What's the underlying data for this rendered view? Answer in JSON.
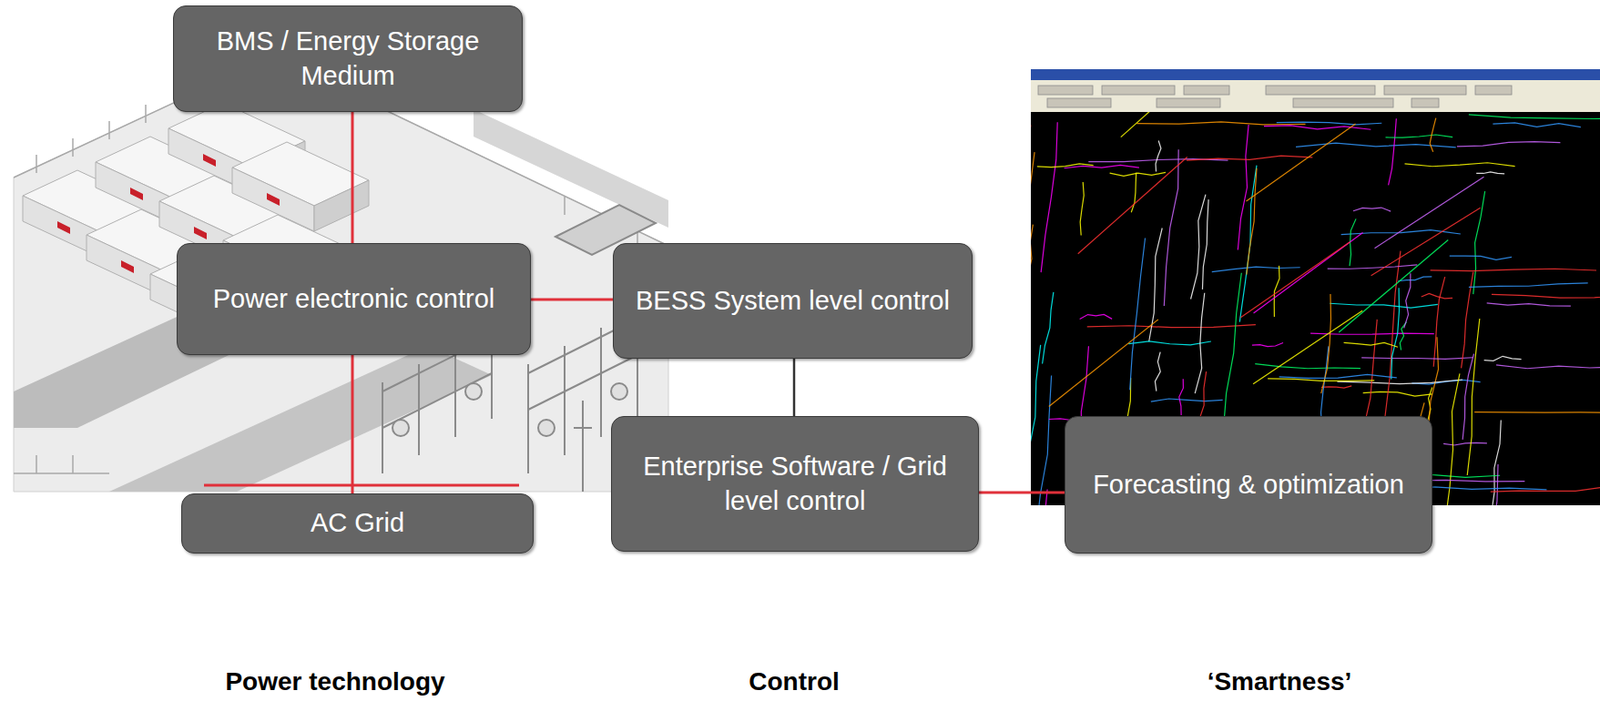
{
  "diagram": {
    "nodes": [
      {
        "text": [
          "BMS / Energy Storage Medium"
        ]
      },
      {
        "text": [
          "Power electronic control"
        ]
      },
      {
        "text": [
          "BESS System level control"
        ]
      },
      {
        "text": [
          "AC Grid"
        ]
      },
      {
        "text": [
          "Enterprise Software / Grid level control"
        ]
      },
      {
        "text": [
          "Forecasting & optimization"
        ]
      }
    ],
    "edges": [
      {
        "from": 0,
        "to": 1,
        "arrow": "none"
      },
      {
        "from": 1,
        "to": 2,
        "arrow": "none"
      },
      {
        "from": 1,
        "to": 3,
        "arrow": "none"
      },
      {
        "from": 2,
        "to": 4,
        "arrow": "none"
      },
      {
        "from": 4,
        "to": 5,
        "arrow": "none"
      }
    ],
    "labels": [
      "Power technology",
      "Control",
      "‘Smartness’"
    ]
  }
}
